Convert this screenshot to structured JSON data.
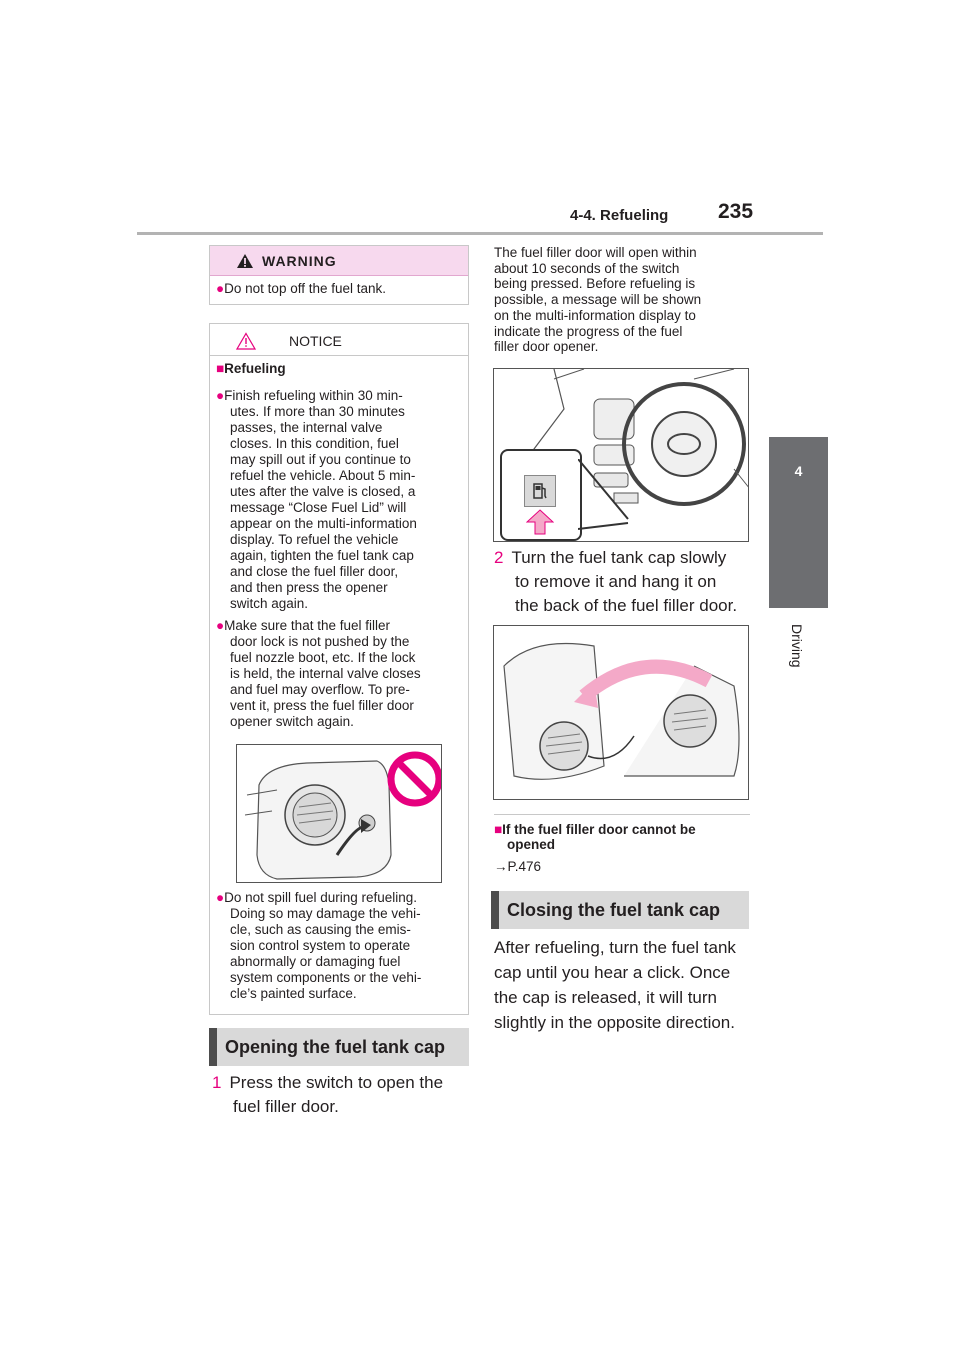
{
  "header": {
    "section": "4-4. Refueling",
    "page": "235"
  },
  "tab": {
    "number": "4",
    "label": "Driving"
  },
  "warning": {
    "title": "WARNING",
    "items": [
      "Do not top off the fuel tank."
    ]
  },
  "notice": {
    "title": "NOTICE",
    "subheading": "Refueling",
    "para1": [
      "Finish refueling within 30 min-",
      "utes. If more than 30 minutes",
      "passes, the internal valve",
      "closes. In this condition, fuel",
      "may spill out if you continue to",
      "refuel the vehicle. About 5 min-",
      "utes after the valve is closed, a",
      "message “Close Fuel Lid” will",
      "appear on the multi-information",
      "display. To refuel the vehicle",
      "again, tighten the fuel tank cap",
      "and close the fuel filler door,",
      "and then press the opener",
      "switch again."
    ],
    "para2": [
      "Make sure that the fuel filler",
      "door lock is not pushed by the",
      "fuel nozzle boot, etc. If the lock",
      "is held, the internal valve closes",
      "and fuel may overflow. To pre-",
      "vent it, press the fuel filler door",
      "opener switch again."
    ],
    "para3": [
      "Do not spill fuel during refueling.",
      "Doing so may damage the vehi-",
      "cle, such as causing the emis-",
      "sion control system to operate",
      "abnormally or damaging fuel",
      "system components or the vehi-",
      "cle’s painted surface."
    ]
  },
  "opening": {
    "heading": "Opening the fuel tank cap",
    "step1_num": "1",
    "step1": [
      "Press the switch to open the",
      "fuel filler door."
    ],
    "info": [
      "The fuel filler door will open within",
      "about 10 seconds of the switch",
      "being pressed. Before refueling is",
      "possible, a message will be shown",
      "on the multi-information display to",
      "indicate the progress of the fuel",
      "filler door opener."
    ],
    "step2_num": "2",
    "step2": [
      "Turn the fuel tank cap slowly",
      "to remove it and hang it on",
      "the back of the fuel filler door."
    ],
    "sub_heading": "If the fuel filler door cannot be",
    "sub_heading2": "opened",
    "ref": "P.476"
  },
  "closing": {
    "heading": "Closing the fuel tank cap",
    "text": [
      "After refueling, turn the fuel tank",
      "cap until you hear a click. Once",
      "the cap is released, it will turn",
      "slightly in the opposite direction."
    ]
  },
  "colors": {
    "accent": "#e6007e",
    "warning_bg": "#f7d9ee",
    "section_bg": "#d9d9d9",
    "tab_bg": "#6d6e71"
  }
}
